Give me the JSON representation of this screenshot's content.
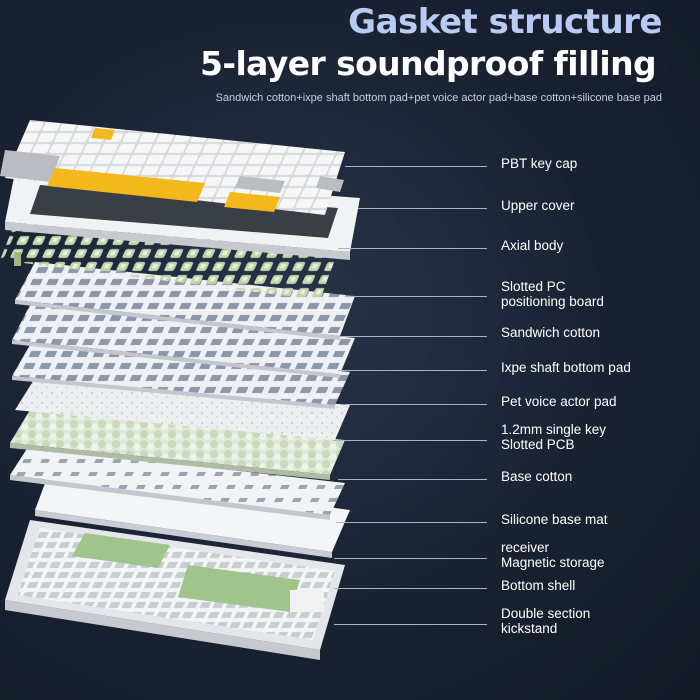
{
  "header": {
    "title": "Gasket structure",
    "headline": "5-layer soundproof filling",
    "subtitle": "Sandwich cotton+ixpe shaft bottom pad+pet voice actor pad+base cotton+silicone base pad"
  },
  "colors": {
    "title_accent": "#b9cbf3",
    "background": "#1a2232",
    "keycap_yellow": "#f3b81c",
    "keycap_grey": "#b9bcc1",
    "switch_green": "#c7d8b6",
    "storage_green": "#9fc48c"
  },
  "labels": [
    {
      "text": "PBT key cap"
    },
    {
      "text": "Upper cover"
    },
    {
      "text": "Axial body"
    },
    {
      "line1": "Slotted PC",
      "line2": "positioning board"
    },
    {
      "text": "Sandwich cotton"
    },
    {
      "text": "Ixpe shaft bottom pad"
    },
    {
      "text": "Pet voice actor pad"
    },
    {
      "line1": "1.2mm single key",
      "line2": "Slotted PCB"
    },
    {
      "text": "Base cotton"
    },
    {
      "text": "Silicone base mat"
    },
    {
      "line1": "receiver",
      "line2": "Magnetic storage"
    },
    {
      "text": "Bottom shell"
    },
    {
      "line1": "Double section",
      "line2": "kickstand"
    }
  ]
}
